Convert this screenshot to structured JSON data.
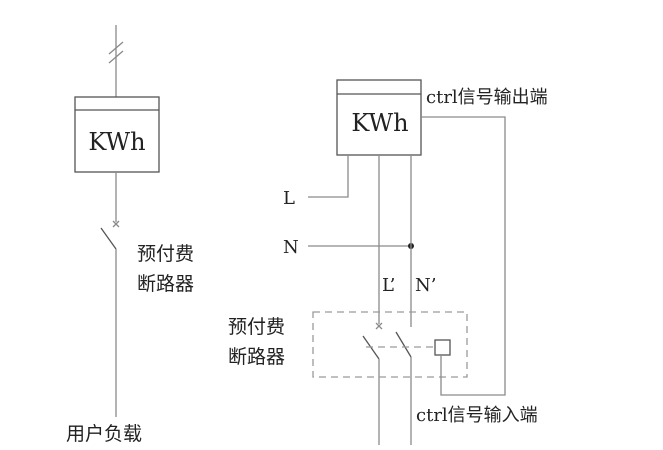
{
  "left_diagram": {
    "meter_label": "KWh",
    "breaker_label_line1": "预付费",
    "breaker_label_line2": "断路器",
    "load_label": "用户负载"
  },
  "right_diagram": {
    "meter_label": "KWh",
    "ctrl_output_label": "ctrl信号输出端",
    "ctrl_input_label": "ctrl信号输入端",
    "line_label": "L",
    "neutral_label": "N",
    "line_out_label": "L’",
    "neutral_out_label": "N’",
    "breaker_label_line1": "预付费",
    "breaker_label_line2": "断路器"
  }
}
